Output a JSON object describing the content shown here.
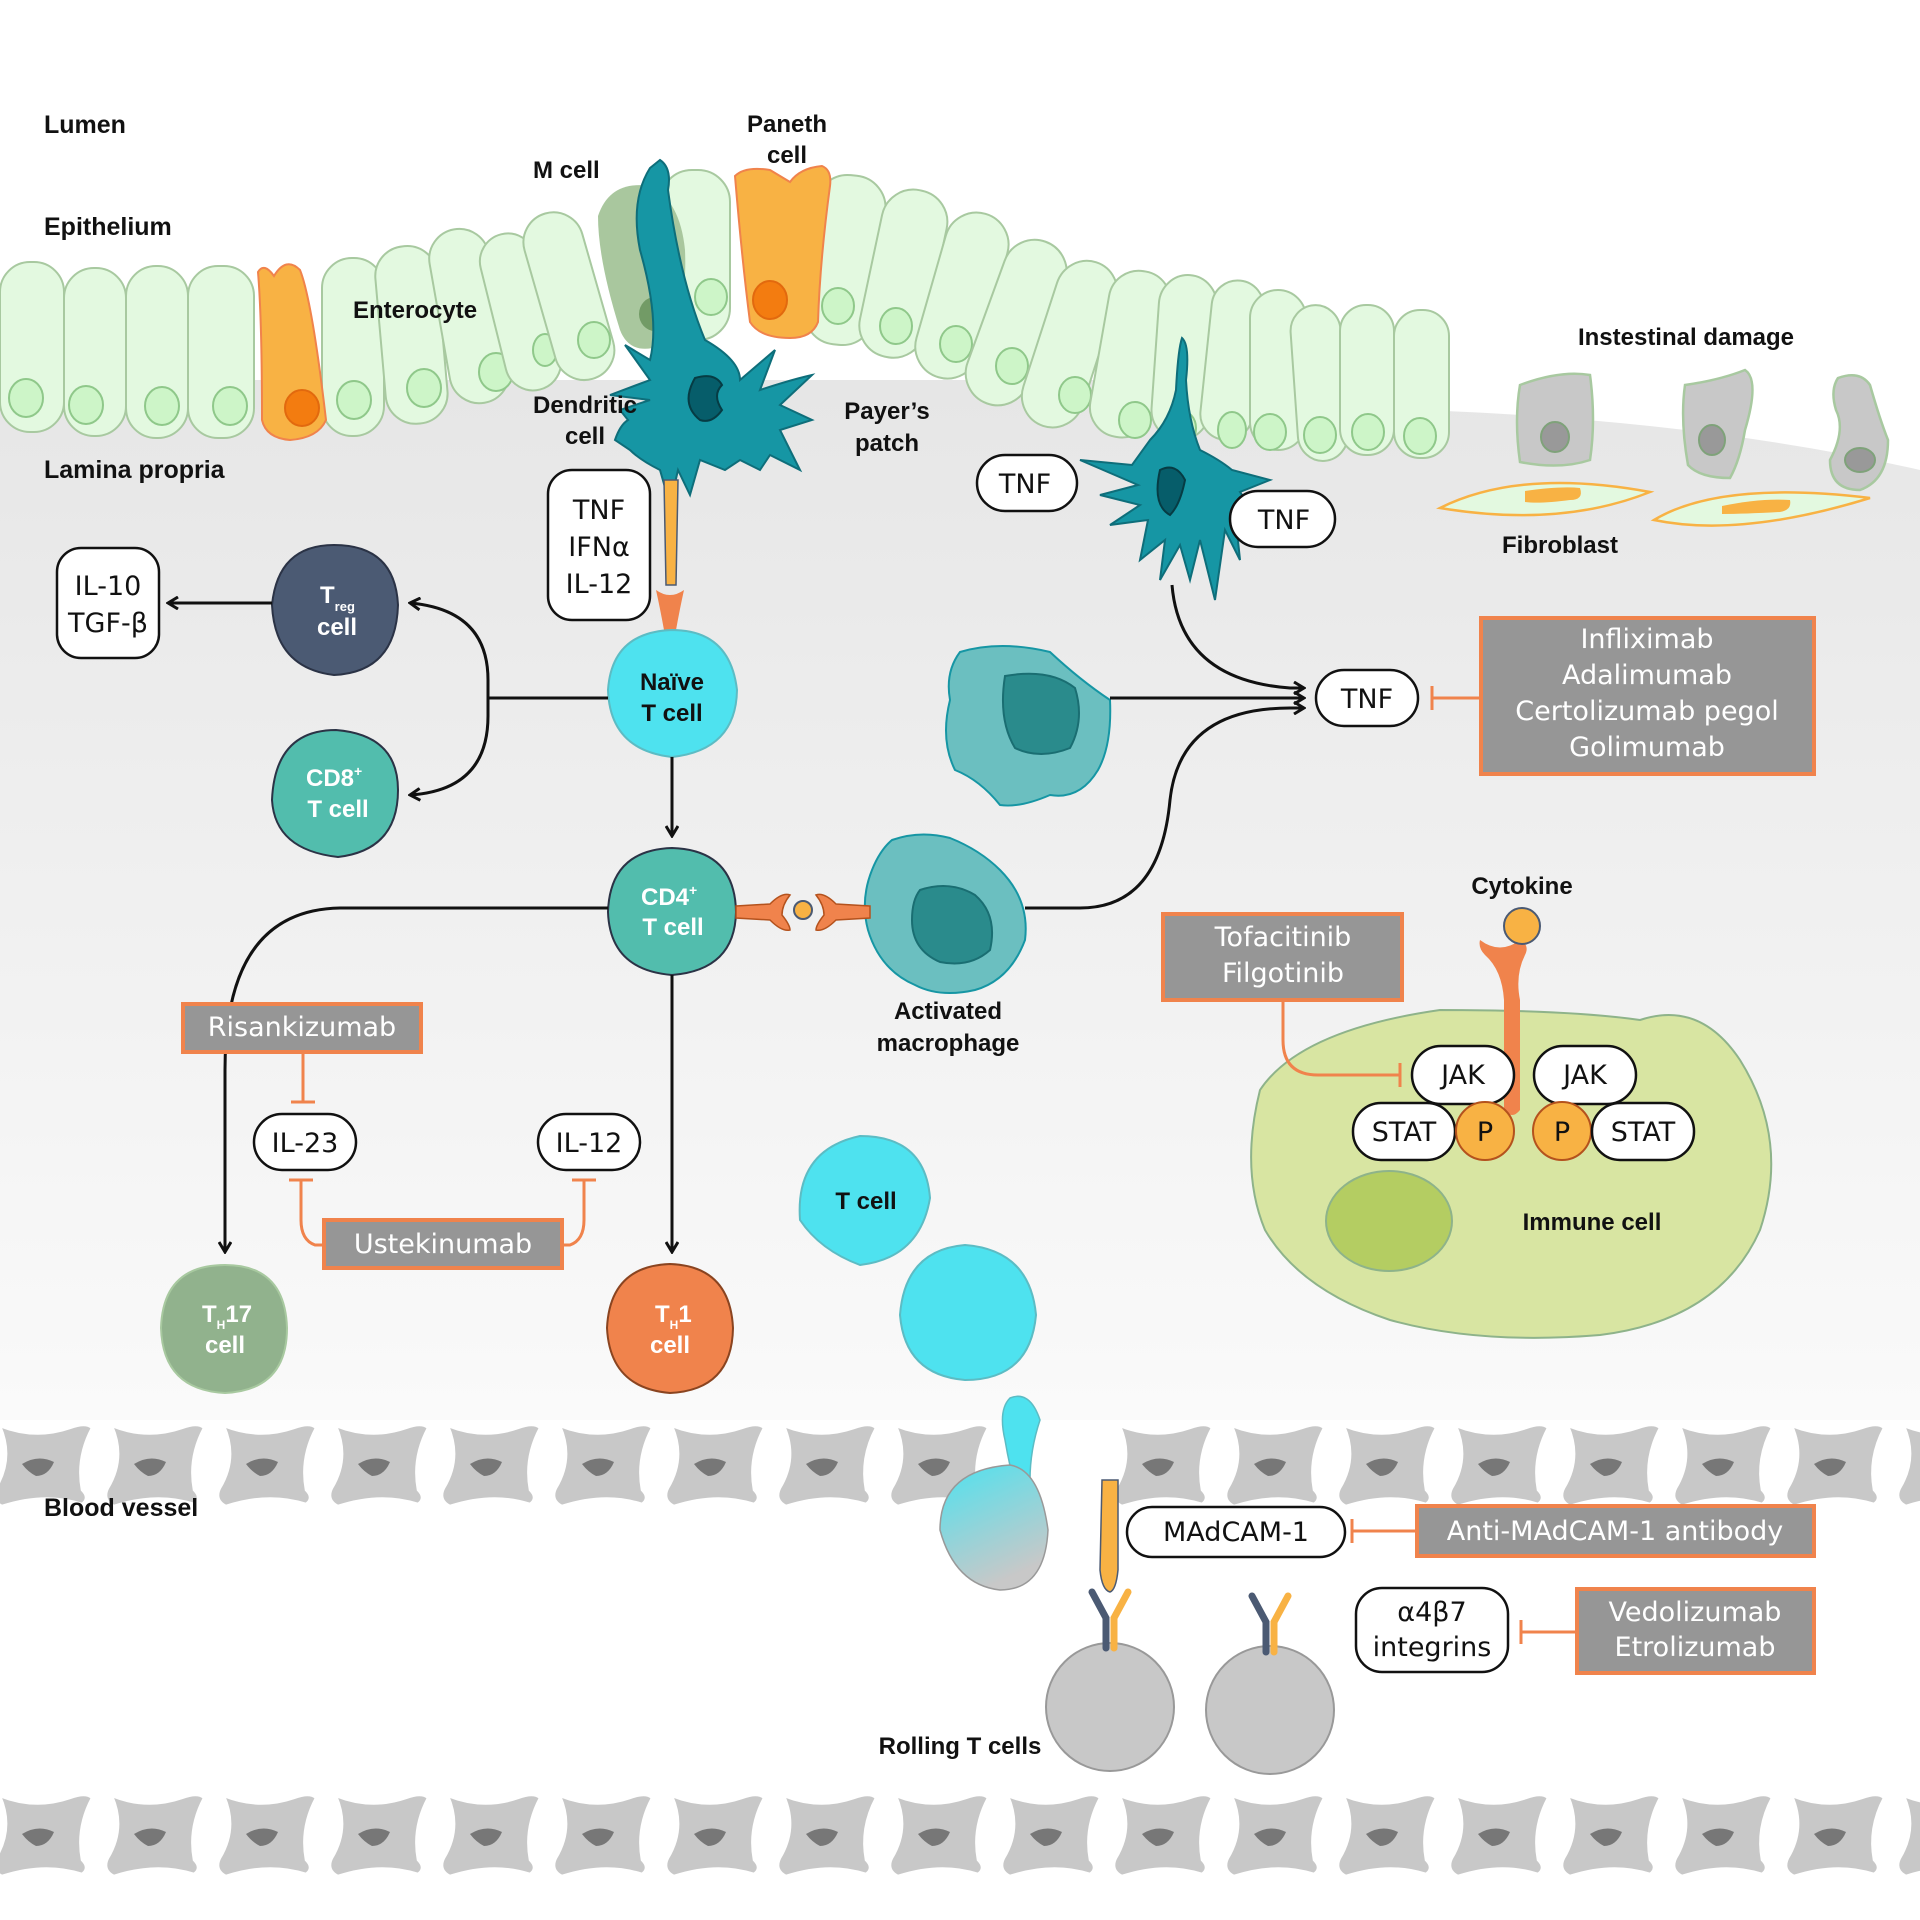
{
  "regions": {
    "lumen": "Lumen",
    "epithelium": "Epithelium",
    "lamina_propria": "Lamina propria",
    "blood_vessel": "Blood vessel"
  },
  "cell_labels": {
    "m_cell": "M cell",
    "paneth_cell": [
      "Paneth",
      "cell"
    ],
    "enterocyte": "Enterocyte",
    "dendritic_cell": [
      "Dendritic",
      "cell"
    ],
    "payers_patch": [
      "Payer’s",
      "patch"
    ],
    "intestinal_damage": "Instestinal damage",
    "fibroblast": "Fibroblast",
    "naive_t_cell": [
      "Naïve",
      "T cell"
    ],
    "treg_cell": {
      "main": "T",
      "sub": "reg",
      "line2": "cell"
    },
    "cd8_t_cell": {
      "main": "CD8",
      "sup": "+",
      "line2": "T cell"
    },
    "cd4_t_cell": {
      "main": "CD4",
      "sup": "+",
      "line2": "T cell"
    },
    "th17_cell": {
      "main": "T",
      "sub": "H",
      "suffix": "17",
      "line2": "cell"
    },
    "th1_cell": {
      "main": "T",
      "sub": "H",
      "suffix": "1",
      "line2": "cell"
    },
    "activated_macrophage": [
      "Activated",
      "macrophage"
    ],
    "t_cell": "T cell",
    "cytokine": "Cytokine",
    "immune_cell": "Immune cell",
    "rolling_t_cells": "Rolling T cells"
  },
  "molecules": {
    "dc_cytokines": [
      "TNF",
      "IFNα",
      "IL-12"
    ],
    "treg_products": [
      "IL-10",
      "TGF-β"
    ],
    "tnf_left": "TNF",
    "tnf_right": "TNF",
    "tnf_target": "TNF",
    "il23": "IL-23",
    "il12": "IL-12",
    "jak_left": "JAK",
    "jak_right": "JAK",
    "stat_left": "STAT",
    "stat_right": "STAT",
    "p_left": "P",
    "p_right": "P",
    "madcam1": "MAdCAM-1",
    "integrins": [
      "α4β7",
      "integrins"
    ]
  },
  "drugs": {
    "anti_tnf": [
      "Infliximab",
      "Adalimumab",
      "Certolizumab pegol",
      "Golimumab"
    ],
    "risankizumab": "Risankizumab",
    "ustekinumab": "Ustekinumab",
    "jak_inhibitors": [
      "Tofacitinib",
      "Filgotinib"
    ],
    "anti_madcam": "Anti-MAdCAM-1 antibody",
    "anti_integrin": [
      "Vedolizumab",
      "Etrolizumab"
    ]
  },
  "colors": {
    "drug_box_fill": "#969696",
    "drug_box_border": "#f0834c",
    "inhibition_line": "#f0834c",
    "dendritic_cell": "#1696a4",
    "naive_t_cell": "#4ee2ef",
    "treg_cell": "#4b5a73",
    "cd8_cd4_cell": "#52bdad",
    "th17_cell": "#91b28d",
    "th1_cell": "#f0834c",
    "paneth_cell": "#f8b244",
    "immune_cell": "#d8e5a2",
    "endothelium": "#c8c8c8"
  }
}
